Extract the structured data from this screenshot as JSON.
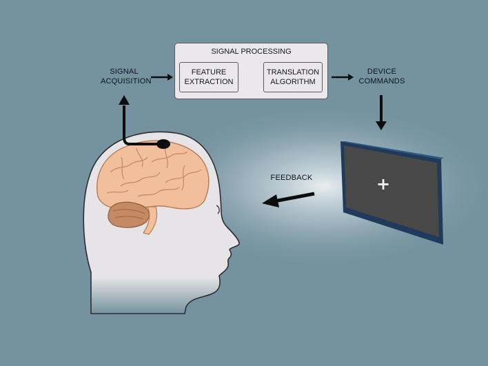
{
  "diagram": {
    "signal_acquisition": {
      "line1": "SIGNAL",
      "line2": "ACQUISITION"
    },
    "signal_processing": {
      "title": "SIGNAL PROCESSING",
      "feature_extraction": {
        "line1": "FEATURE",
        "line2": "EXTRACTION"
      },
      "translation_algorithm": {
        "line1": "TRANSLATION",
        "line2": "ALGORITHM"
      }
    },
    "device_commands": {
      "line1": "DEVICE",
      "line2": "COMMANDS"
    },
    "feedback": "FEEDBACK",
    "screen_symbol": "+"
  },
  "colors": {
    "background": "#7592a0",
    "box_fill": "#eae8ea",
    "box_border": "#5c5c5c",
    "head_fill": "#e6e4e6",
    "brain": "#f1bf9c",
    "cerebellum": "#c48a63",
    "monitor_frame": "#1f3a5a",
    "monitor_screen": "#484848",
    "arrow": "#0d0d0d"
  }
}
